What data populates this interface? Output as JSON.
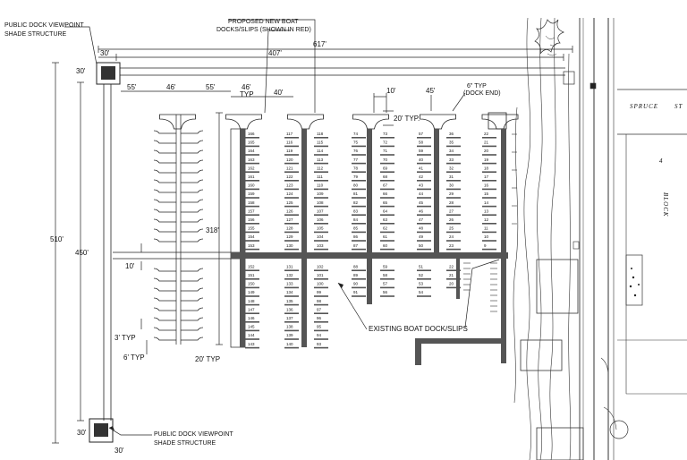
{
  "labels": {
    "top_viewpoint_line1": "PUBLIC DOCK VIEWPOINT",
    "top_viewpoint_line2": "SHADE STRUCTURE",
    "proposed_line1": "PROPOSED NEW BOAT",
    "proposed_line2": "DOCKS/SLIPS (SHOWN IN RED)",
    "existing": "EXISTING BOAT DOCK/SLIPS",
    "bottom_viewpoint_line1": "PUBLIC DOCK VIEWPOINT",
    "bottom_viewpoint_line2": "SHADE STRUCTURE",
    "typ_end_line1": "6\" TYP",
    "typ_end_line2": "(DOCK END)",
    "street": "SPRUCE",
    "street_suffix": "ST",
    "block": "BLOCK",
    "block_num": "4"
  },
  "dimensions": {
    "d617": "617'",
    "d407": "407'",
    "d30_top": "30'",
    "d30_left_top": "30'",
    "d55_a": "55'",
    "d46_a": "46'",
    "d55_b": "55'",
    "d46_b": "46'",
    "d46_typ": "TYP",
    "d40": "40'",
    "d10_top": "10'",
    "d20_typ": "20' TYP.",
    "d45": "45'",
    "d318": "318'",
    "d510": "510'",
    "d450": "450'",
    "d10_left": "10'",
    "d3_typ": "3' TYP",
    "d6_typ": "6' TYP",
    "d20_typ_b": "20' TYP",
    "d30_bottom_left": "30'",
    "d30_bottom": "30'"
  },
  "slips": {
    "col1": [
      "166",
      "165",
      "164",
      "163",
      "162",
      "161",
      "160",
      "159",
      "158",
      "157",
      "156",
      "155",
      "154",
      "153",
      "152",
      "151",
      "150",
      "149",
      "148",
      "147",
      "146",
      "145",
      "144",
      "143"
    ],
    "col2": [
      "117",
      "116",
      "119",
      "120",
      "121",
      "122",
      "123",
      "124",
      "125",
      "126",
      "127",
      "128",
      "129",
      "130",
      "131",
      "132",
      "133",
      "134",
      "135",
      "136",
      "137",
      "138",
      "139",
      "140",
      "141"
    ],
    "col3": [
      "118",
      "115",
      "114",
      "113",
      "112",
      "111",
      "110",
      "109",
      "108",
      "107",
      "106",
      "105",
      "104",
      "103",
      "102",
      "101",
      "100",
      "99",
      "98",
      "97",
      "96",
      "95",
      "94",
      "93",
      "92"
    ],
    "col4": [
      "74",
      "75",
      "76",
      "77",
      "78",
      "79",
      "80",
      "81",
      "82",
      "83",
      "84",
      "85",
      "86",
      "87",
      "88",
      "89",
      "90",
      "91"
    ],
    "col5": [
      "73",
      "72",
      "71",
      "70",
      "69",
      "68",
      "67",
      "66",
      "65",
      "64",
      "63",
      "62",
      "61",
      "60",
      "59",
      "58",
      "57",
      "56"
    ],
    "col6": [
      "57",
      "58",
      "59",
      "40",
      "41",
      "42",
      "43",
      "44",
      "45",
      "46",
      "47",
      "48",
      "49",
      "50",
      "51",
      "52",
      "53",
      "54"
    ],
    "col7": [
      "36",
      "35",
      "34",
      "33",
      "32",
      "31",
      "30",
      "29",
      "28",
      "27",
      "26",
      "25",
      "24",
      "23",
      "22",
      "21",
      "20"
    ],
    "col8": [
      "22",
      "21",
      "20",
      "19",
      "18",
      "17",
      "16",
      "15",
      "14",
      "13",
      "12",
      "11",
      "10",
      "9"
    ]
  }
}
